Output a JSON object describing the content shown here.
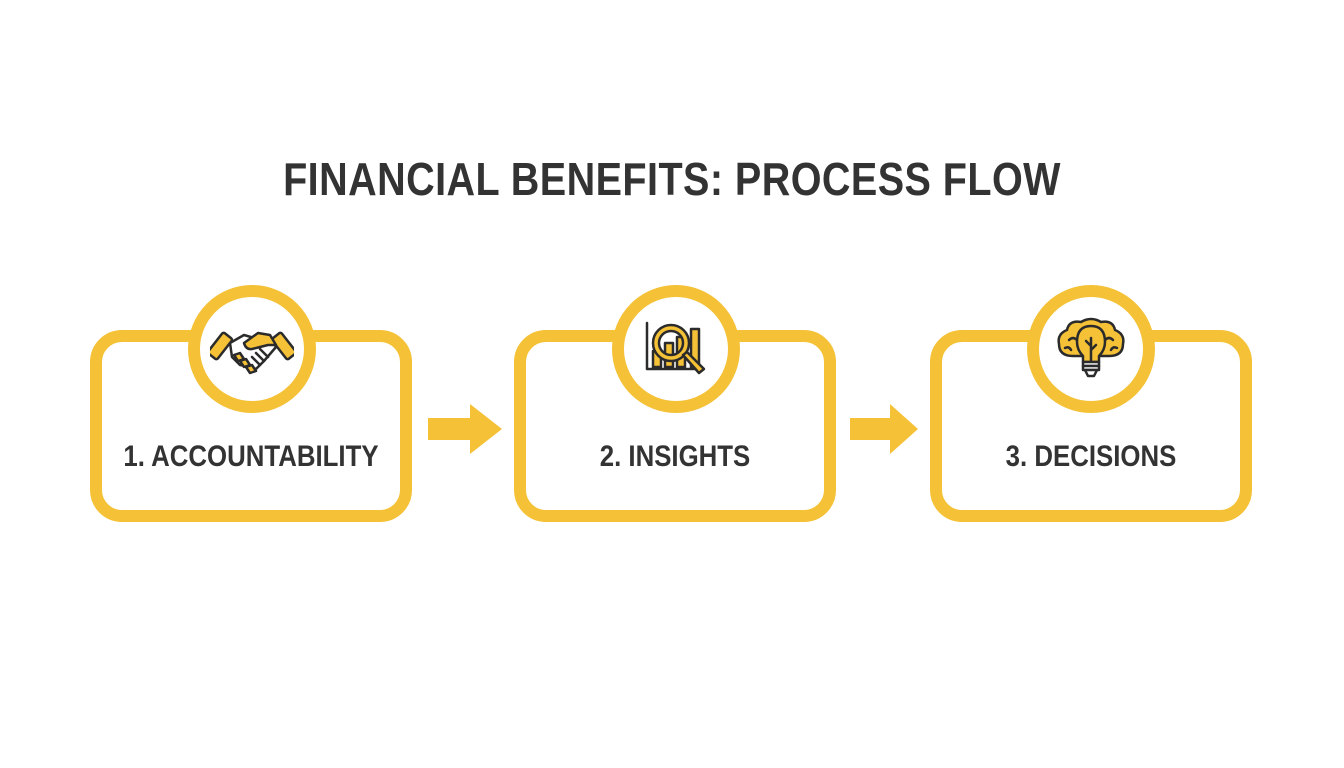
{
  "title": "FINANCIAL BENEFITS: PROCESS FLOW",
  "colors": {
    "accent": "#f4c137",
    "text": "#333333",
    "background": "#ffffff"
  },
  "steps": [
    {
      "label": "1. ACCOUNTABILITY",
      "icon": "handshake-icon"
    },
    {
      "label": "2. INSIGHTS",
      "icon": "chart-magnifier-icon"
    },
    {
      "label": "3. DECISIONS",
      "icon": "brain-lightbulb-icon"
    }
  ],
  "connectors": [
    {
      "from": 1,
      "to": 2,
      "icon": "arrow-right-icon"
    },
    {
      "from": 2,
      "to": 3,
      "icon": "arrow-right-icon"
    }
  ]
}
